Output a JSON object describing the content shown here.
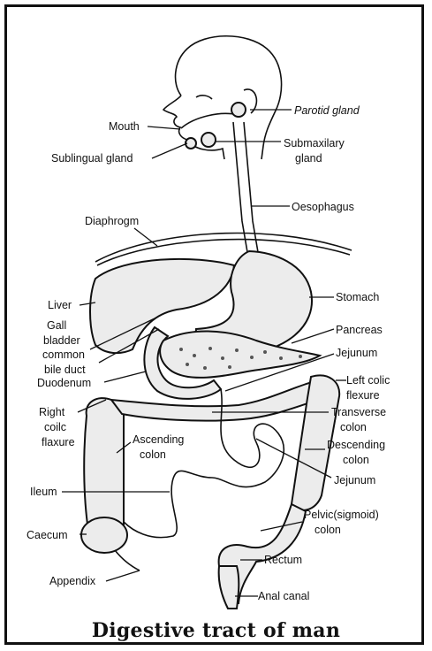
{
  "title": "Digestive tract of man",
  "labels": {
    "mouth": "Mouth",
    "sublingual_gland": "Sublingual gland",
    "parotid_gland": "Parotid gland",
    "submaxilary_gland_1": "Submaxilary",
    "submaxilary_gland_2": "gland",
    "oesophagus": "Oesophagus",
    "diaphragm": "Diaphrogm",
    "liver": "Liver",
    "stomach": "Stomach",
    "gall_1": "Gall",
    "gall_2": "bladder",
    "gall_3": "common",
    "gall_4": "bile duct",
    "duodenum": "Duodenum",
    "pancreas": "Pancreas",
    "jejunum_upper": "Jejunum",
    "left_colic_1": "Left colic",
    "left_colic_2": "flexure",
    "right_colic_1": "Right",
    "right_colic_2": "coilc",
    "right_colic_3": "flaxure",
    "transverse_1": "Transverse",
    "transverse_2": "colon",
    "ascending_1": "Ascending",
    "ascending_2": "colon",
    "descending_1": "Descending",
    "descending_2": "colon",
    "jejunum_lower": "Jejunum",
    "ileum": "Ileum",
    "caecum": "Caecum",
    "pelvic_1": "Pelvic(sigmoid)",
    "pelvic_2": "colon",
    "rectum": "Rectum",
    "appendix": "Appendix",
    "anal_canal": "Anal canal"
  }
}
